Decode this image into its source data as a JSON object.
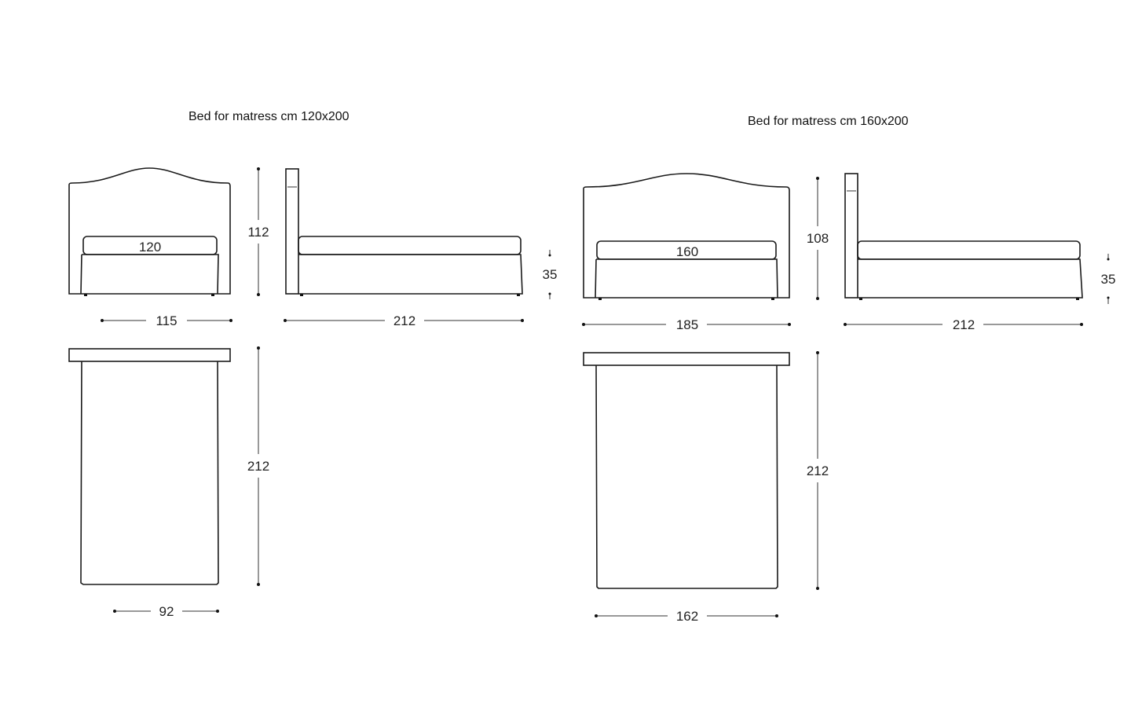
{
  "beds": [
    {
      "title": "Bed for matress cm 120x200",
      "front": {
        "mattress_width": "120",
        "height": "112",
        "width": "115"
      },
      "side": {
        "length": "212",
        "base_height": "35"
      },
      "top": {
        "length": "212",
        "width": "92"
      }
    },
    {
      "title": "Bed for matress cm 160x200",
      "front": {
        "mattress_width": "160",
        "height": "108",
        "width": "185"
      },
      "side": {
        "length": "212",
        "base_height": "35"
      },
      "top": {
        "length": "212",
        "width": "162"
      }
    }
  ]
}
